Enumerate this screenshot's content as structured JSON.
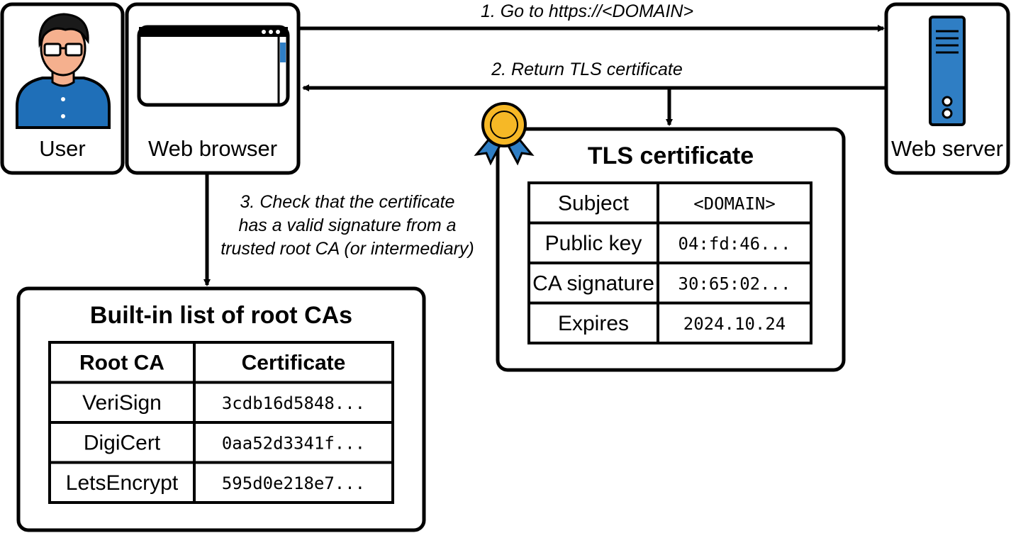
{
  "nodes": {
    "user": "User",
    "browser": "Web browser",
    "server": "Web server"
  },
  "steps": {
    "step1": "1. Go to https://<DOMAIN>",
    "step2": "2. Return TLS certificate",
    "step3_lines": [
      "3. Check that the certificate",
      "has a valid signature from a",
      "trusted root CA (or intermediary)"
    ]
  },
  "tls_certificate": {
    "title": "TLS certificate",
    "rows": [
      {
        "field": "Subject",
        "value": "<DOMAIN>"
      },
      {
        "field": "Public key",
        "value": "04:fd:46..."
      },
      {
        "field": "CA signature",
        "value": "30:65:02..."
      },
      {
        "field": "Expires",
        "value": "2024.10.24"
      }
    ]
  },
  "root_cas": {
    "title": "Built-in list of root CAs",
    "headers": [
      "Root CA",
      "Certificate"
    ],
    "rows": [
      {
        "name": "VeriSign",
        "cert": "3cdb16d5848..."
      },
      {
        "name": "DigiCert",
        "cert": "0aa52d3341f..."
      },
      {
        "name": "LetsEncrypt",
        "cert": "595d0e218e7..."
      }
    ]
  },
  "icons": {
    "user": "user-avatar-icon",
    "browser": "browser-window-icon",
    "server": "server-tower-icon",
    "award": "award-ribbon-icon"
  },
  "colors": {
    "line": "#000000",
    "user_shirt": "#1f6fb8",
    "user_skin": "#f5b08e",
    "user_hair": "#1a1a1a",
    "server_blue": "#2f7ec4",
    "medal_gold": "#f6b826",
    "ribbon_blue": "#2f7ec4"
  }
}
